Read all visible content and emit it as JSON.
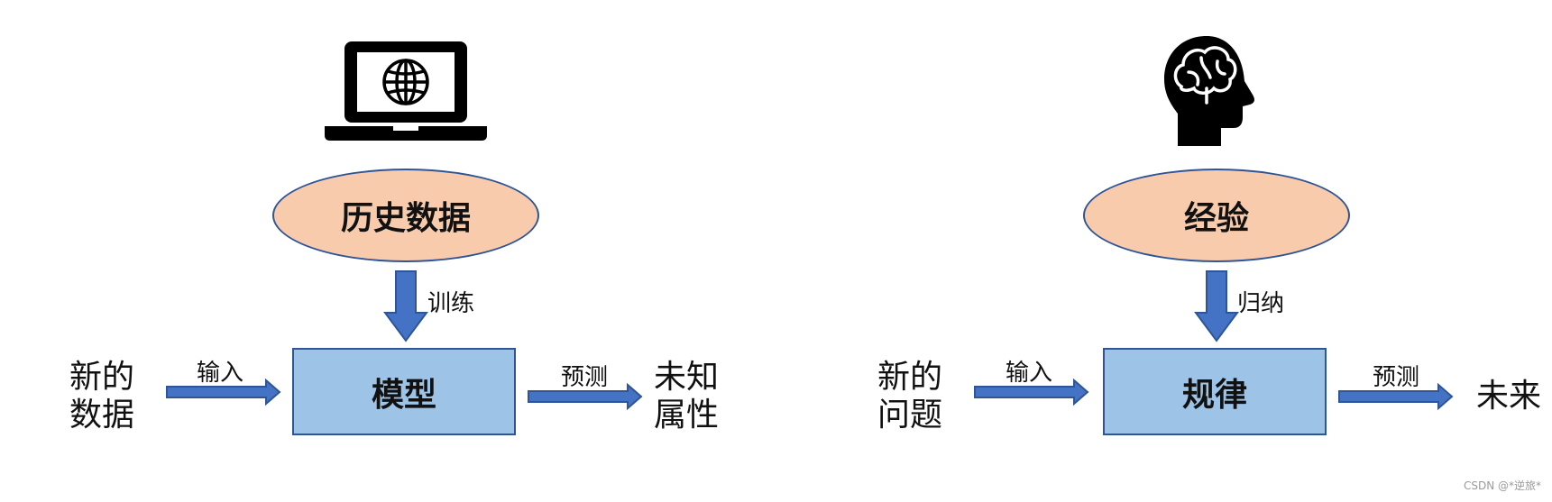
{
  "left": {
    "ellipse": "历史数据",
    "down_label": "训练",
    "box": "模型",
    "in_line1": "新的",
    "in_line2": "数据",
    "in_label": "输入",
    "out_label": "预测",
    "out_line1": "未知",
    "out_line2": "属性",
    "icon": "laptop-globe-icon"
  },
  "right": {
    "ellipse": "经验",
    "down_label": "归纳",
    "box": "规律",
    "in_line1": "新的",
    "in_line2": "问题",
    "in_label": "输入",
    "out_label": "预测",
    "out_line1": "未来",
    "icon": "head-brain-icon"
  },
  "watermark": "CSDN @*逆旅*",
  "colors": {
    "ellipse_fill": "#f8cbad",
    "box_fill": "#9dc3e6",
    "arrow": "#4472c4",
    "stroke": "#2f5597"
  }
}
